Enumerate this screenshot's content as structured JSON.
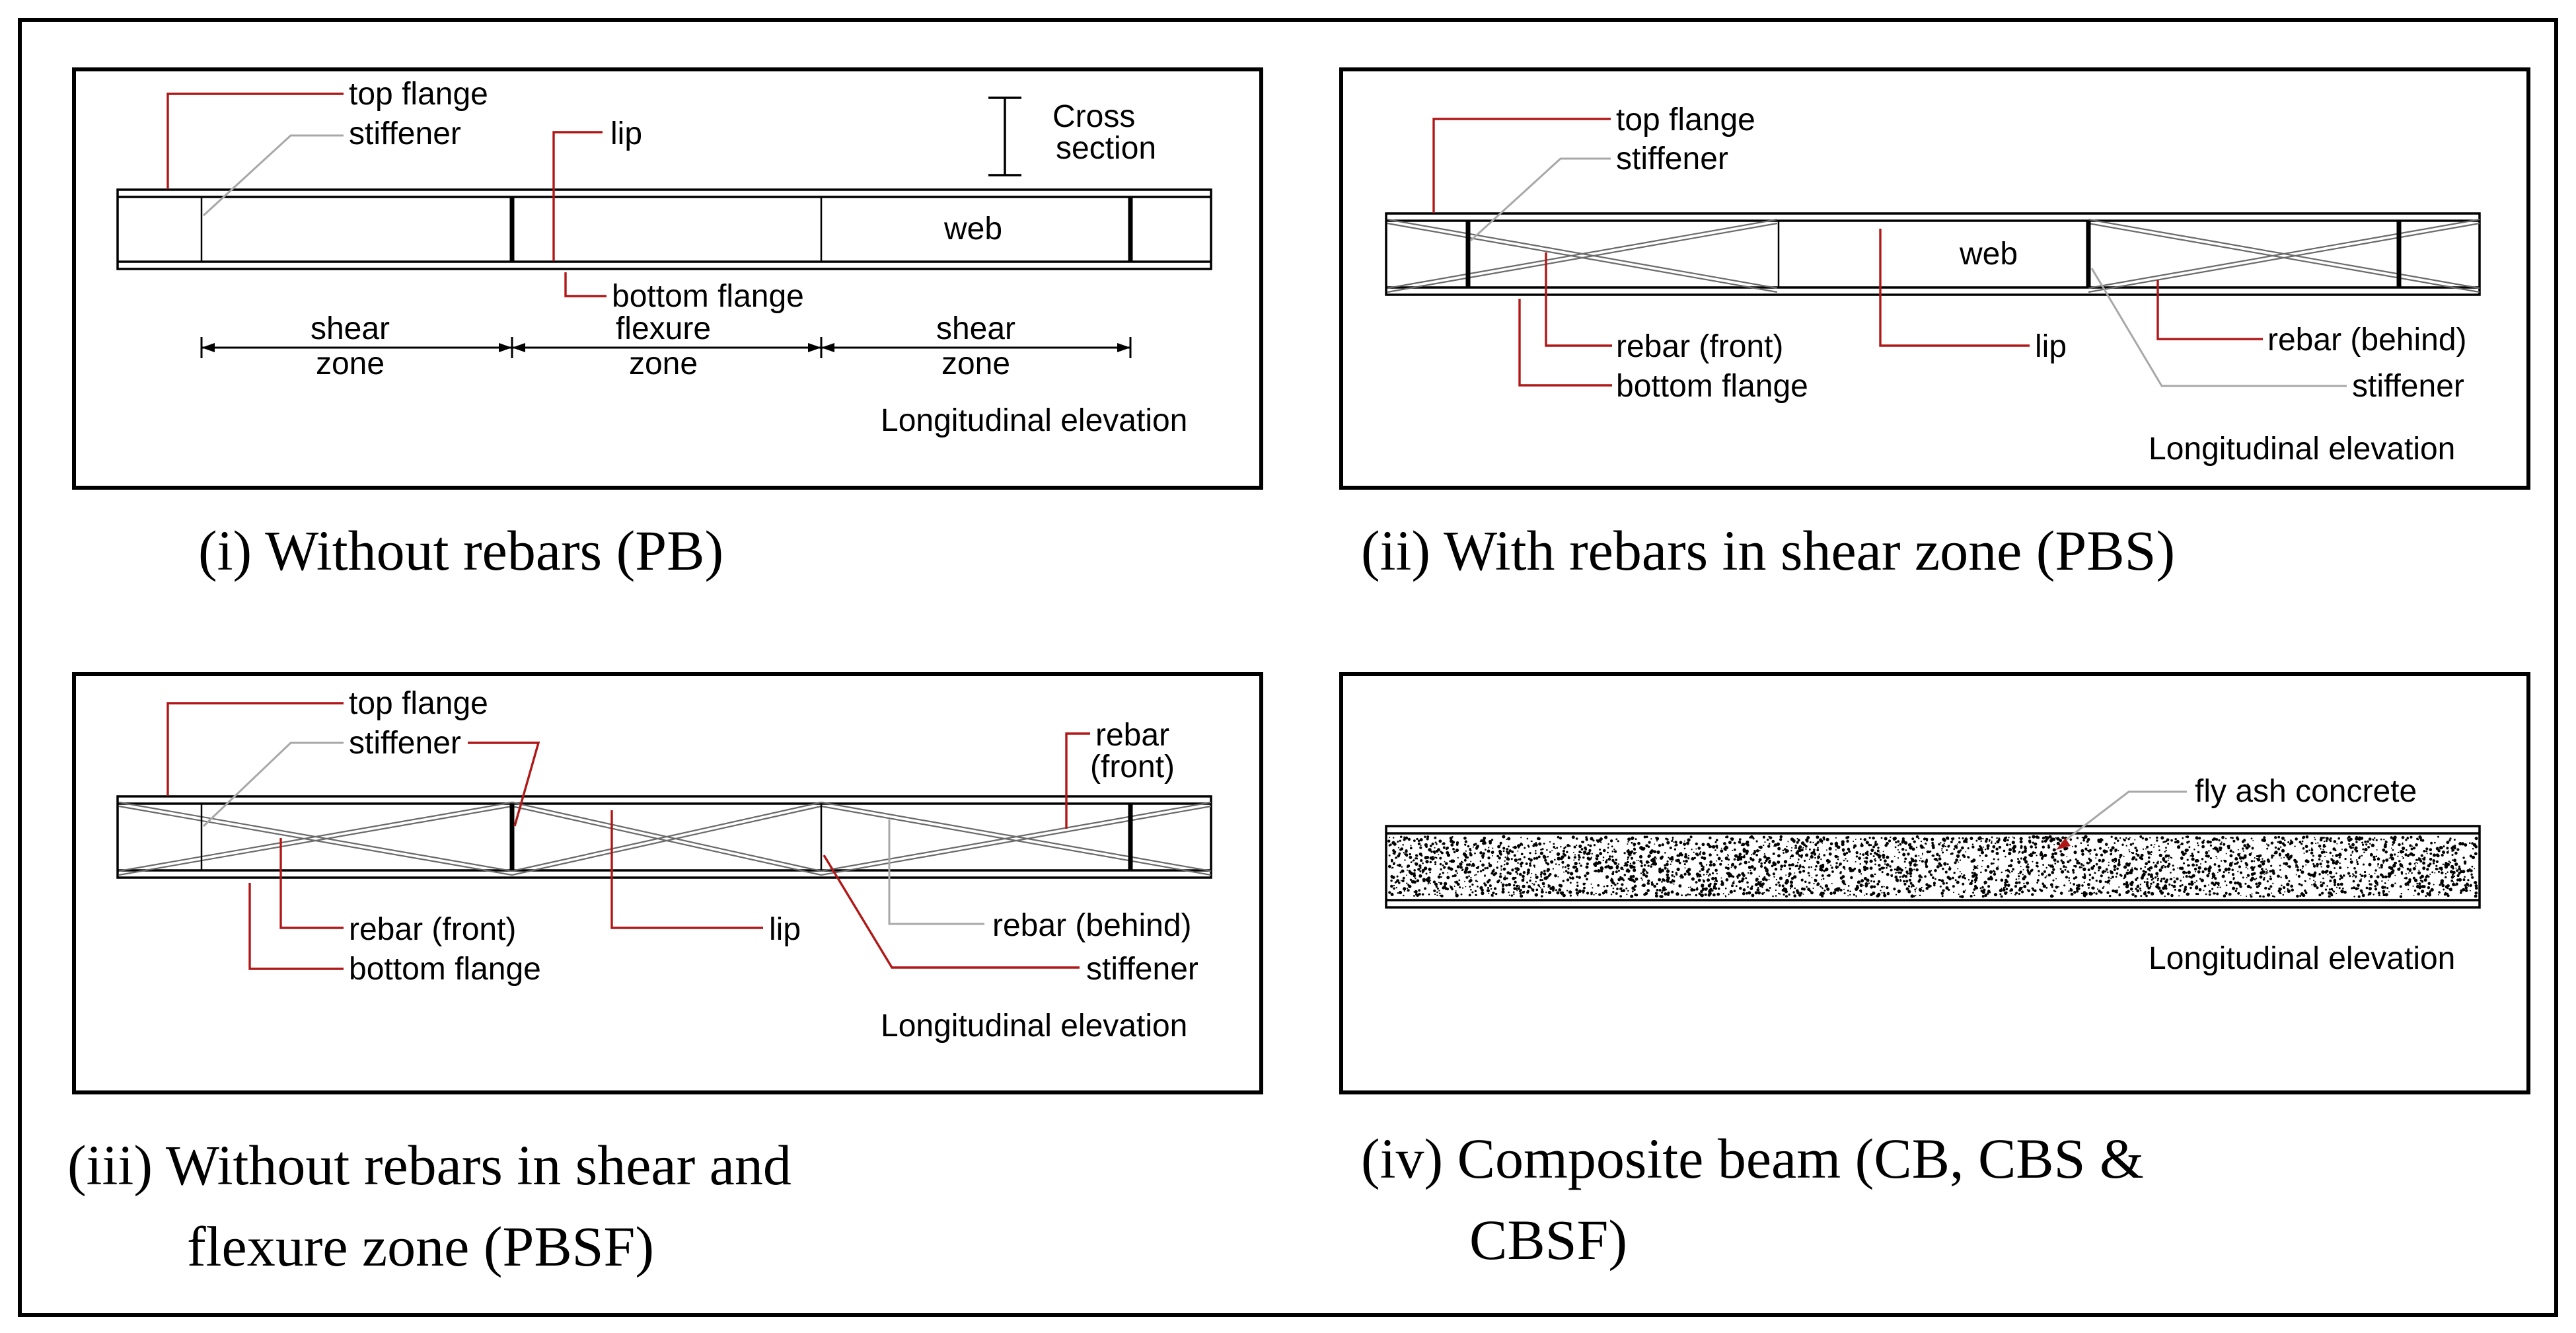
{
  "panel_i": {
    "caption": "(i) Without rebars (PB)",
    "top_flange": "top flange",
    "stiffener": "stiffener",
    "lip": "lip",
    "cross_section_1": "Cross",
    "cross_section_2": "section",
    "web": "web",
    "bottom_flange": "bottom flange",
    "shear_1": "shear",
    "zone_1": "zone",
    "flexure": "flexure",
    "zone_2": "zone",
    "shear_2": "shear",
    "zone_3": "zone",
    "elevation": "Longitudinal elevation"
  },
  "panel_ii": {
    "caption": "(ii) With rebars in shear zone (PBS)",
    "top_flange": "top flange",
    "stiffener": "stiffener",
    "web": "web",
    "rebar_front": "rebar (front)",
    "bottom_flange": "bottom flange",
    "lip": "lip",
    "rebar_behind": "rebar (behind)",
    "stiffener_2": "stiffener",
    "elevation": "Longitudinal elevation"
  },
  "panel_iii": {
    "caption_1": "(iii) Without rebars in shear and",
    "caption_2": "flexure zone (PBSF)",
    "top_flange": "top flange",
    "stiffener": "stiffener",
    "rebar_front_top_1": "rebar",
    "rebar_front_top_2": "(front)",
    "rebar_front": "rebar (front)",
    "bottom_flange": "bottom flange",
    "lip": "lip",
    "rebar_behind": "rebar (behind)",
    "stiffener_2": "stiffener",
    "elevation": "Longitudinal elevation"
  },
  "panel_iv": {
    "caption_1": "(iv) Composite beam   (CB, CBS &",
    "caption_2": "CBSF)",
    "fly_ash": "fly ash concrete",
    "elevation": "Longitudinal elevation"
  },
  "colors": {
    "leader": "#b01818",
    "leader_light": "#a8a8a8",
    "rebar": "#6a6a6a"
  }
}
